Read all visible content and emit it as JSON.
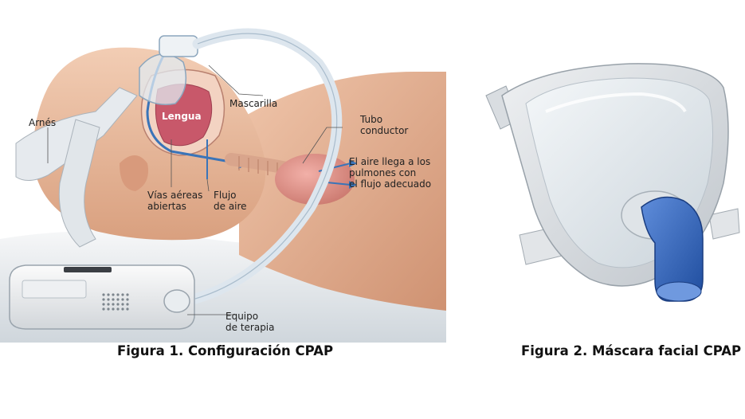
{
  "figure1": {
    "labels": {
      "harness": "Arnés",
      "mask": "Mascarilla",
      "tongue": "Lengua",
      "tube_line1": "Tubo",
      "tube_line2": "conductor",
      "air_line1": "El aire llega a los",
      "air_line2": "pulmones con",
      "air_line3": "el flujo adecuado",
      "airways_line1": "Vías aéreas",
      "airways_line2": "abiertas",
      "flow_line1": "Flujo",
      "flow_line2": "de aire",
      "device_line1": "Equipo",
      "device_line2": "de terapia"
    },
    "caption": "Figura 1. Configuración CPAP"
  },
  "figure2": {
    "caption": "Figura 2. Máscara facial CPAP"
  },
  "colors": {
    "skin": "#e9b99c",
    "tongue": "#c8586a",
    "airflow": "#3a74b8",
    "mask_elbow": "#2d5fb5"
  }
}
